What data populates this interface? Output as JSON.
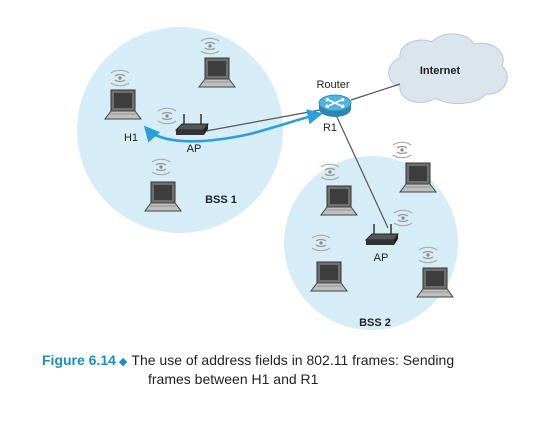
{
  "labels": {
    "internet": "Internet",
    "router": "Router",
    "router_id": "R1",
    "h1": "H1",
    "ap1": "AP",
    "ap2": "AP",
    "bss1": "BSS 1",
    "bss2": "BSS 2"
  },
  "caption": {
    "figure": "Figure 6.14",
    "line1": "The use of address fields in 802.11 frames: Sending",
    "line2": "frames between H1 and R1"
  },
  "colors": {
    "bss_fill": "#d6ecf6",
    "cloud_fill": "#dbe5ee",
    "arrow": "#2a9fd8",
    "router": "#4fb3e0",
    "caption_accent": "#1a8fc2"
  },
  "icons": [
    "laptop-icon",
    "access-point-icon",
    "router-icon",
    "cloud-icon",
    "wireless-signal-icon"
  ]
}
